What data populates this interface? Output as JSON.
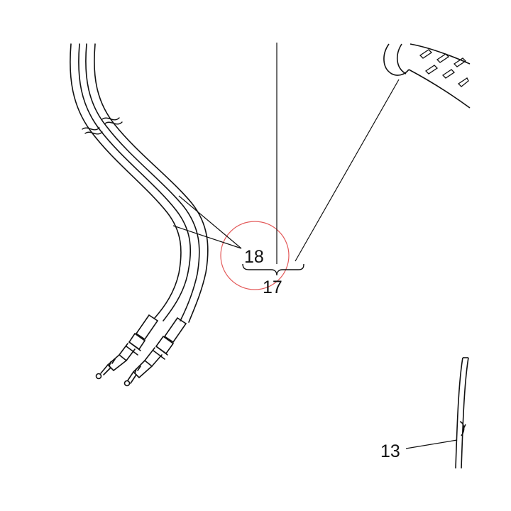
{
  "callouts": {
    "part_18": "18",
    "part_17": "17",
    "part_13": "13"
  },
  "colors": {
    "line": "#111111",
    "highlight_circle": "#e35a5a",
    "background": "#ffffff"
  }
}
